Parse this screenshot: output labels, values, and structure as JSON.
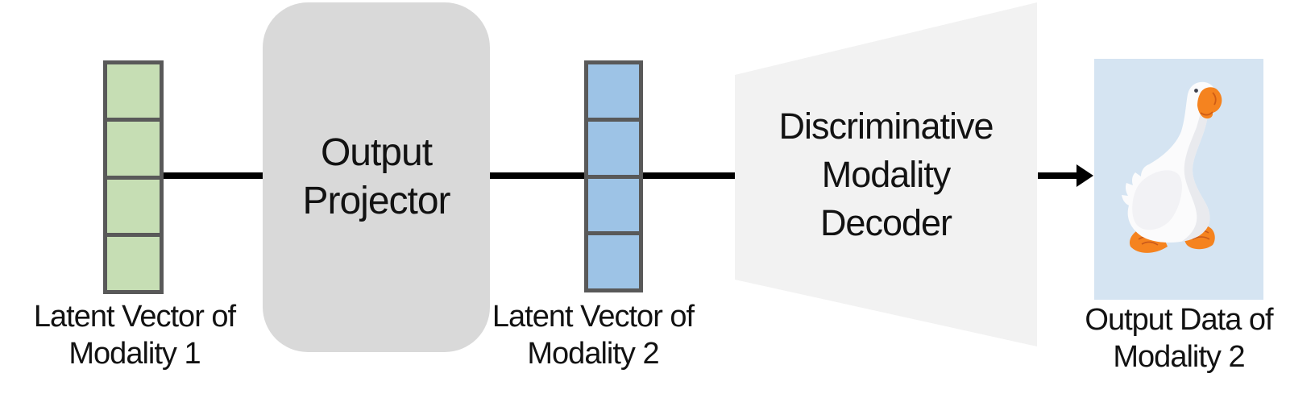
{
  "diagram": {
    "latent_vector_1": {
      "label": [
        "Latent Vector of",
        "Modality 1"
      ],
      "cells": 4,
      "cell_color": "#c6deb4",
      "border_color": "#595959"
    },
    "output_projector": {
      "label": [
        "Output",
        "Projector"
      ],
      "fill_color": "#d9d9d9"
    },
    "latent_vector_2": {
      "label": [
        "Latent Vector of",
        "Modality 2"
      ],
      "cells": 4,
      "cell_color": "#9dc3e6",
      "border_color": "#595959"
    },
    "decoder": {
      "label": [
        "Discriminative",
        "Modality",
        "Decoder"
      ],
      "fill_color": "#f2f2f2"
    },
    "output_data": {
      "label": [
        "Output Data of",
        "Modality 2"
      ],
      "image": "goose-illustration",
      "image_background": "#d5e4f2"
    },
    "connector_color": "#000000",
    "text_color": "#121212"
  }
}
